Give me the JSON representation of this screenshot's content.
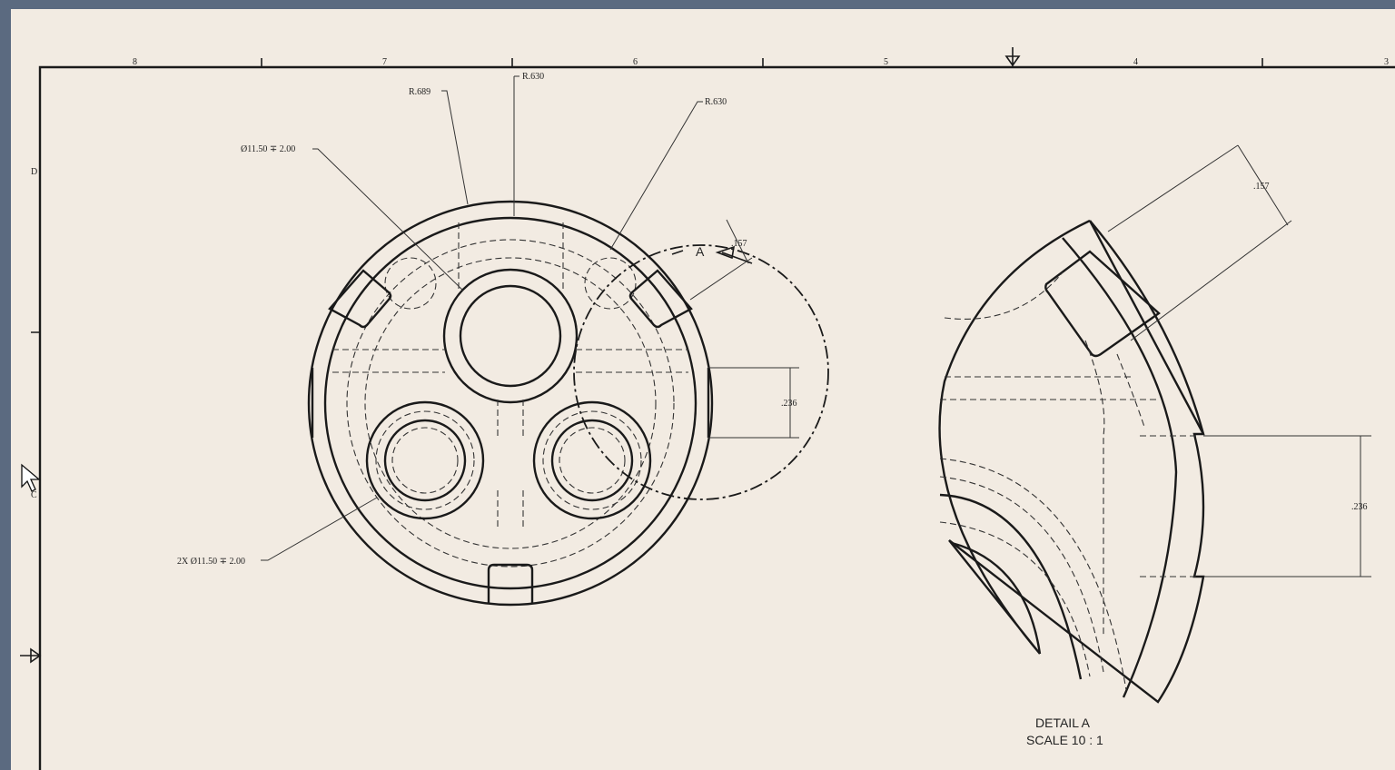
{
  "sheet": {
    "zone_columns": [
      "8",
      "7",
      "6",
      "5",
      "4",
      "3"
    ],
    "zone_rows": [
      "D",
      "C"
    ]
  },
  "main_view": {
    "annotations": {
      "r689": "R.689",
      "r630_top": "R.630",
      "r630_right": "R.630",
      "hole_top": "Ø11.50 ∓ 2.00",
      "hole_bottom": "2X Ø11.50 ∓ 2.00",
      "dim_157": ".157",
      "dim_236": ".236",
      "detail_callout": "A"
    }
  },
  "detail_view": {
    "title": "DETAIL  A",
    "scale": "SCALE 10 : 1",
    "dim_157": ".157",
    "dim_236": ".236"
  },
  "colors": {
    "paper": "#f2ebe2",
    "frame": "#5b6a80",
    "ink": "#1a1a1a"
  },
  "cursor": {
    "icon": "arrow-pointer-icon"
  }
}
